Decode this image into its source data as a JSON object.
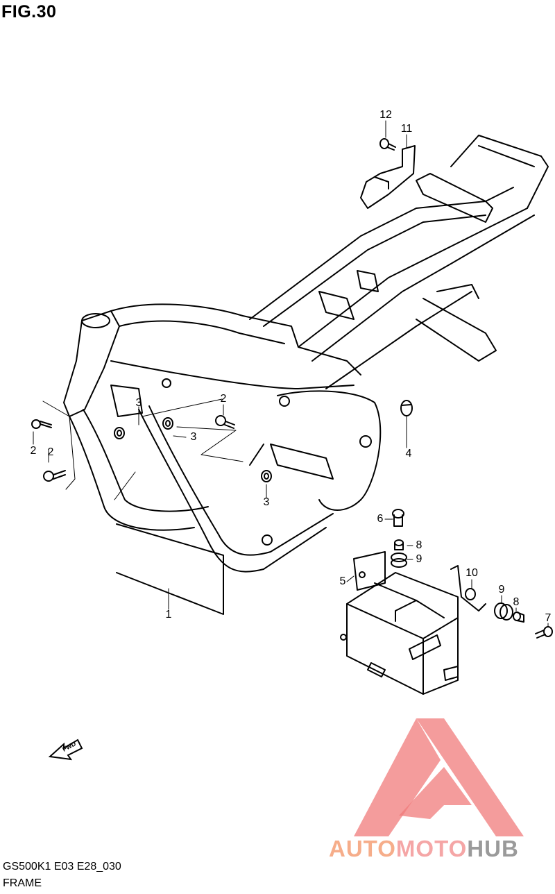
{
  "header": {
    "title": "FIG.30"
  },
  "footer": {
    "model_code": "GS500K1 E03 E28_030",
    "section_name": "FRAME"
  },
  "watermark": {
    "word_parts": [
      "AUTO",
      "MOTO",
      "HUB"
    ],
    "colors": {
      "auto": "#f6ad8a",
      "moto": "#f5a6a6",
      "hub": "#9a9a9a",
      "triangle": "#f07b7b"
    }
  },
  "direction_marker": {
    "label": "FWD"
  },
  "parts": [
    {
      "id": "part-1",
      "ref": "1"
    },
    {
      "id": "part-2a",
      "ref": "2"
    },
    {
      "id": "part-2b",
      "ref": "2"
    },
    {
      "id": "part-2c",
      "ref": "2"
    },
    {
      "id": "part-3a",
      "ref": "3"
    },
    {
      "id": "part-3b",
      "ref": "3"
    },
    {
      "id": "part-3c",
      "ref": "3"
    },
    {
      "id": "part-4",
      "ref": "4"
    },
    {
      "id": "part-5",
      "ref": "5"
    },
    {
      "id": "part-6",
      "ref": "6"
    },
    {
      "id": "part-7",
      "ref": "7"
    },
    {
      "id": "part-8a",
      "ref": "8"
    },
    {
      "id": "part-8b",
      "ref": "8"
    },
    {
      "id": "part-9a",
      "ref": "9"
    },
    {
      "id": "part-9b",
      "ref": "9"
    },
    {
      "id": "part-10",
      "ref": "10"
    },
    {
      "id": "part-11",
      "ref": "11"
    },
    {
      "id": "part-12",
      "ref": "12"
    }
  ]
}
